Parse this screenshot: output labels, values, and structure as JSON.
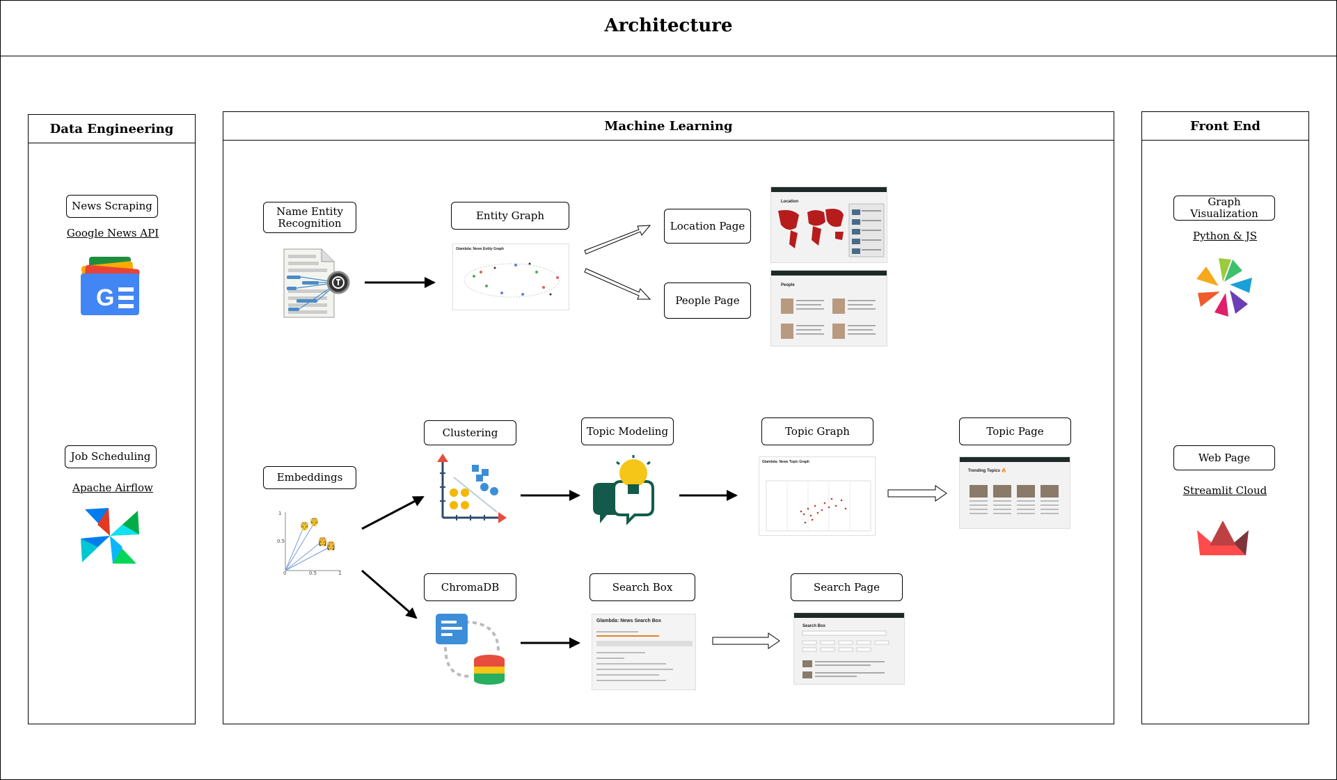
{
  "title": "Architecture",
  "panels": {
    "data_engineering": "Data Engineering",
    "machine_learning": "Machine Learning",
    "front_end": "Front End"
  },
  "data_engineering": {
    "news_scraping": "News Scraping",
    "google_news_api": "Google News API",
    "job_scheduling": "Job Scheduling",
    "apache_airflow": "Apache Airflow"
  },
  "machine_learning": {
    "ner": "Name Entity Recognition",
    "entity_graph": "Entity Graph",
    "location_page": "Location Page",
    "people_page": "People Page",
    "embeddings": "Embeddings",
    "clustering": "Clustering",
    "topic_modeling": "Topic Modeling",
    "topic_graph": "Topic Graph",
    "topic_page": "Topic Page",
    "chromadb": "ChromaDB",
    "search_box": "Search Box",
    "search_page": "Search Page"
  },
  "front_end": {
    "graph_visualization": "Graph Visualization",
    "python_js": "Python & JS",
    "web_page": "Web Page",
    "streamlit_cloud": "Streamlit Cloud"
  },
  "thumbnails": {
    "entity_graph_title": "Glambda: News Entity Graph",
    "location_title": "Location",
    "people_title": "People",
    "topic_graph_title": "Glambda: News Topic Graph",
    "trending_title": "Trending Topics 🔥",
    "search_box_title": "Glambda: News Search Box",
    "search_page_title": "Search Box"
  },
  "colors": {
    "line": "#000000",
    "thumb_bar": "#1e2a27",
    "map_red": "#b71c1c"
  },
  "icons": [
    "document-ner-icon",
    "google-news-icon",
    "airflow-pinwheel-icon",
    "scatter-clustering-icon",
    "lightbulb-chat-icon",
    "chromadb-icon",
    "embedding-plot-icon",
    "python-js-flower-icon",
    "streamlit-crown-icon"
  ]
}
